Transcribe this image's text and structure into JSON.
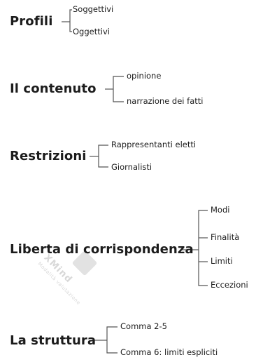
{
  "topics": [
    {
      "title": "Profili",
      "children": [
        "Soggettivi",
        "Oggettivi"
      ]
    },
    {
      "title": "Il contenuto",
      "children": [
        "opinione",
        "narrazione dei fatti"
      ]
    },
    {
      "title": "Restrizioni",
      "children": [
        "Rappresentanti eletti",
        "Giornalisti"
      ]
    },
    {
      "title": "Liberta di corrispondenza",
      "children": [
        "Modi",
        "Finalità",
        "Limiti",
        "Eccezioni"
      ]
    },
    {
      "title": "La struttura",
      "children": [
        "Comma 2-5",
        "Comma 6: limiti espliciti"
      ]
    }
  ],
  "watermark": {
    "brand": "XMind",
    "subtitle": "Modalità valutazione"
  },
  "colors": {
    "line": "#555555",
    "text": "#1c1c1c",
    "watermark": "#d8d8d8"
  }
}
